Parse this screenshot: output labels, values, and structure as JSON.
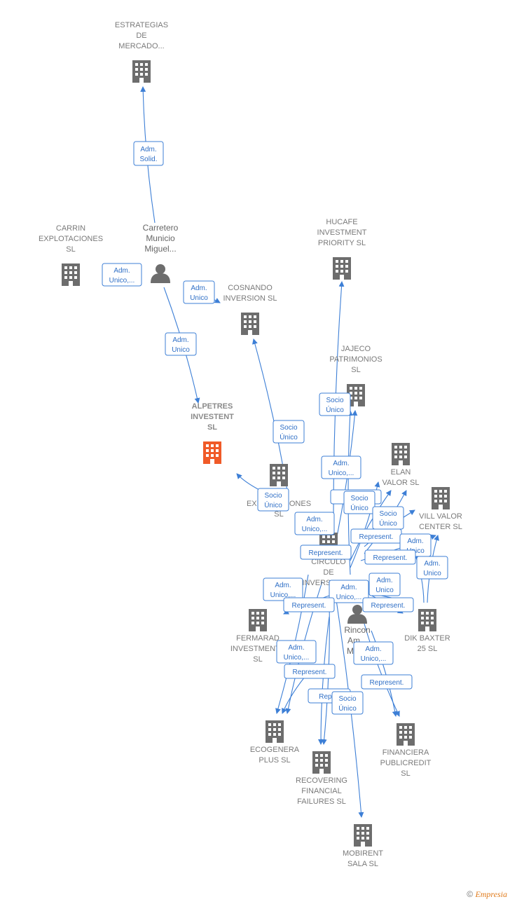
{
  "diagram": {
    "companies": [
      {
        "id": "estrategias",
        "lines": [
          "ESTRATEGIAS",
          "DE",
          "MERCADO..."
        ],
        "color": "#6d6d6d"
      },
      {
        "id": "carrin",
        "lines": [
          "CARRIN",
          "EXPLOTACIONES",
          "SL"
        ],
        "color": "#6d6d6d"
      },
      {
        "id": "hucafe",
        "lines": [
          "HUCAFE",
          "INVESTMENT",
          "PRIORITY  SL"
        ],
        "color": "#6d6d6d"
      },
      {
        "id": "cosnando",
        "lines": [
          "COSNANDO",
          "INVERSION  SL"
        ],
        "color": "#6d6d6d"
      },
      {
        "id": "jajeco",
        "lines": [
          "JAJECO",
          "PATRIMONIOS",
          "SL"
        ],
        "color": "#6d6d6d"
      },
      {
        "id": "alpetres",
        "lines": [
          "ALPETRES",
          "INVESTENT",
          "SL"
        ],
        "color": "#f05a28",
        "main": true
      },
      {
        "id": "elan",
        "lines": [
          "ELAN",
          "VALOR  SL"
        ],
        "color": "#6d6d6d"
      },
      {
        "id": "vill",
        "lines": [
          "VILL VALOR",
          "CENTER  SL"
        ],
        "color": "#6d6d6d"
      },
      {
        "id": "explotaciones",
        "lines": [
          "A",
          "EXPLOTACIONES",
          "SL"
        ],
        "color": "#6d6d6d"
      },
      {
        "id": "circulo",
        "lines": [
          "CIRCULO",
          "DE",
          "INVERSIONES"
        ],
        "color": "#6d6d6d"
      },
      {
        "id": "fermarad",
        "lines": [
          "FERMARAD",
          "INVESTMENTS",
          "SL"
        ],
        "color": "#6d6d6d"
      },
      {
        "id": "dik",
        "lines": [
          "DIK BAXTER",
          "25 SL"
        ],
        "color": "#6d6d6d"
      },
      {
        "id": "ecogenera",
        "lines": [
          "ECOGENERA",
          "PLUS  SL"
        ],
        "color": "#6d6d6d"
      },
      {
        "id": "financiera",
        "lines": [
          "FINANCIERA",
          "PUBLICREDIT",
          "SL"
        ],
        "color": "#6d6d6d"
      },
      {
        "id": "recovering",
        "lines": [
          "RECOVERING",
          "FINANCIAL",
          "FAILURES  SL"
        ],
        "color": "#6d6d6d"
      },
      {
        "id": "mobirent",
        "lines": [
          "MOBIRENT",
          "SALA  SL"
        ],
        "color": "#6d6d6d"
      }
    ],
    "persons": [
      {
        "id": "carretero",
        "lines": [
          "Carretero",
          "Municio",
          "Miguel..."
        ]
      },
      {
        "id": "rincon",
        "lines": [
          "Rincon",
          "Am...",
          "Mar..."
        ]
      }
    ],
    "relations": [
      {
        "id": "r1",
        "lines": [
          "Adm.",
          "Solid."
        ]
      },
      {
        "id": "r2",
        "lines": [
          "Adm.",
          "Unico,..."
        ]
      },
      {
        "id": "r3",
        "lines": [
          "Adm.",
          "Unico"
        ]
      },
      {
        "id": "r4",
        "lines": [
          "Adm.",
          "Unico"
        ]
      },
      {
        "id": "r5",
        "lines": [
          "Socio",
          "Único"
        ]
      },
      {
        "id": "r6",
        "lines": [
          "Socio",
          "Único"
        ]
      },
      {
        "id": "r7",
        "lines": [
          "Adm.",
          "Unico,..."
        ]
      },
      {
        "id": "r8",
        "lines": [
          "Socio",
          "Único"
        ]
      },
      {
        "id": "r9",
        "lines": [
          "Re..."
        ]
      },
      {
        "id": "r10",
        "lines": [
          "Socio",
          "Único"
        ]
      },
      {
        "id": "r11",
        "lines": [
          "Adm.",
          "Unico,..."
        ]
      },
      {
        "id": "r12",
        "lines": [
          "Socio",
          "Único"
        ]
      },
      {
        "id": "r13",
        "lines": [
          "Represent."
        ]
      },
      {
        "id": "r14",
        "lines": [
          "Represent."
        ]
      },
      {
        "id": "r15",
        "lines": [
          "Adm.",
          "Unico"
        ]
      },
      {
        "id": "r16",
        "lines": [
          "Represent."
        ]
      },
      {
        "id": "r17",
        "lines": [
          "Adm.",
          "Unico"
        ]
      },
      {
        "id": "r18",
        "lines": [
          "Adm.",
          "Unico,..."
        ]
      },
      {
        "id": "r19",
        "lines": [
          "Adm.",
          "Unico"
        ]
      },
      {
        "id": "r20",
        "lines": [
          "Adm.",
          "Unico,..."
        ]
      },
      {
        "id": "r21",
        "lines": [
          "Represent."
        ]
      },
      {
        "id": "r22",
        "lines": [
          "Represent."
        ]
      },
      {
        "id": "r23",
        "lines": [
          "Adm.",
          "Unico,..."
        ]
      },
      {
        "id": "r24",
        "lines": [
          "Adm.",
          "Unico,..."
        ]
      },
      {
        "id": "r25",
        "lines": [
          "Represent."
        ]
      },
      {
        "id": "r26",
        "lines": [
          "Represent."
        ]
      },
      {
        "id": "r27",
        "lines": [
          "Repr..."
        ]
      },
      {
        "id": "r28",
        "lines": [
          "Socio",
          "Único"
        ]
      }
    ]
  },
  "footer": {
    "copyright": "©",
    "brand": "Empresia"
  }
}
